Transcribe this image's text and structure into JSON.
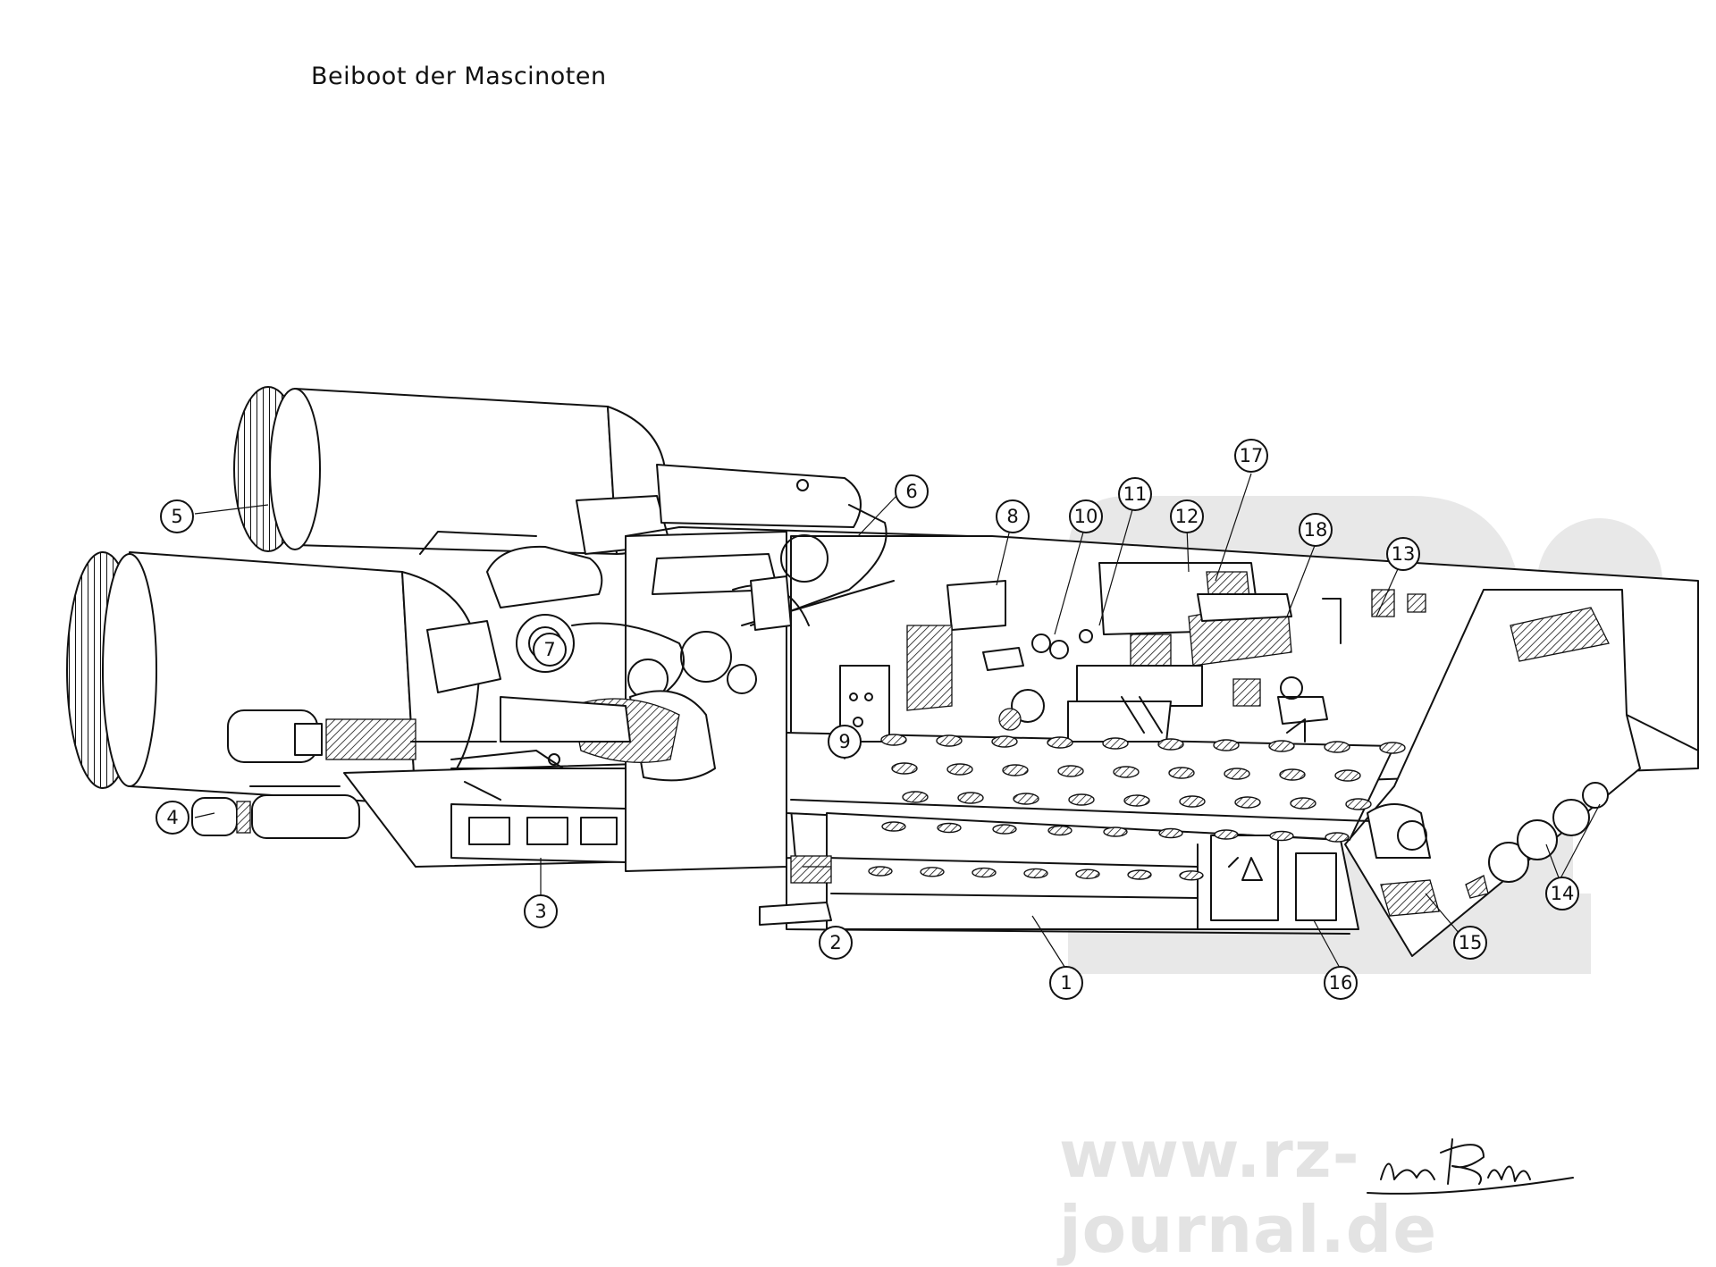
{
  "title": "Beiboot der Mascinoten",
  "callouts": [
    {
      "id": 1,
      "label": "1"
    },
    {
      "id": 2,
      "label": "2"
    },
    {
      "id": 3,
      "label": "3"
    },
    {
      "id": 4,
      "label": "4"
    },
    {
      "id": 5,
      "label": "5"
    },
    {
      "id": 6,
      "label": "6"
    },
    {
      "id": 7,
      "label": "7"
    },
    {
      "id": 8,
      "label": "8"
    },
    {
      "id": 9,
      "label": "9"
    },
    {
      "id": 10,
      "label": "10"
    },
    {
      "id": 11,
      "label": "11"
    },
    {
      "id": 12,
      "label": "12"
    },
    {
      "id": 13,
      "label": "13"
    },
    {
      "id": 14,
      "label": "14"
    },
    {
      "id": 15,
      "label": "15"
    },
    {
      "id": 16,
      "label": "16"
    },
    {
      "id": 17,
      "label": "17"
    },
    {
      "id": 18,
      "label": "18"
    }
  ],
  "watermark": "www.rz-journal.de",
  "signature": "Lars Bublitz",
  "colors": {
    "ink": "#111111",
    "watermark": "#e3e3e3",
    "background": "#ffffff"
  }
}
